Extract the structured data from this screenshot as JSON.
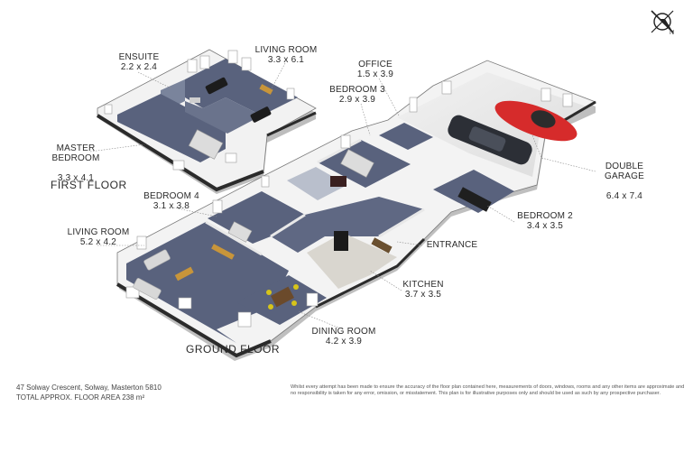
{
  "rooms": {
    "ensuite": {
      "name": "ENSUITE",
      "dim": "2.2 x 2.4"
    },
    "living_up": {
      "name": "LIVING ROOM",
      "dim": "3.3 x 6.1"
    },
    "office": {
      "name": "OFFICE",
      "dim": "1.5 x 3.9"
    },
    "bedroom3": {
      "name": "BEDROOM 3",
      "dim": "2.9 x 3.9"
    },
    "master": {
      "name": "MASTER\nBEDROOM",
      "dim": "3.3 x 4.1"
    },
    "garage": {
      "name": "DOUBLE\nGARAGE",
      "dim": "6.4 x 7.4"
    },
    "bedroom4": {
      "name": "BEDROOM 4",
      "dim": "3.1 x 3.8"
    },
    "bedroom2": {
      "name": "BEDROOM 2",
      "dim": "3.4 x 3.5"
    },
    "living_gr": {
      "name": "LIVING ROOM",
      "dim": "5.2 x 4.2"
    },
    "entrance": {
      "name": "ENTRANCE"
    },
    "kitchen": {
      "name": "KITCHEN",
      "dim": "3.7 x 3.5"
    },
    "dining": {
      "name": "DINING ROOM",
      "dim": "4.2 x 3.9"
    }
  },
  "floors": {
    "first": "FIRST FLOOR",
    "ground": "GROUND FLOOR"
  },
  "footer": {
    "address": "47 Solway Crescent, Solway, Masterton 5810",
    "area": "TOTAL APPROX. FLOOR AREA 238 m²",
    "disclaimer": "Whilst every attempt has been made to ensure the accuracy of the floor plan contained here, measurements of doors, windows, rooms and any other items are approximate and no responsibility is taken for any error, omission, or misstatement. This plan is for illustrative purposes only and should be used as such by any prospective purchaser."
  },
  "compass": {
    "label": "N"
  },
  "colors": {
    "floor": "#59627d",
    "wall": "#f4f4f4",
    "wall_dark": "#2b2b2b",
    "kitchen_floor": "#d9d6cf",
    "garage_floor": "#e6e6e6",
    "car_red": "#d62b2b",
    "car_dark": "#2c2f36"
  }
}
